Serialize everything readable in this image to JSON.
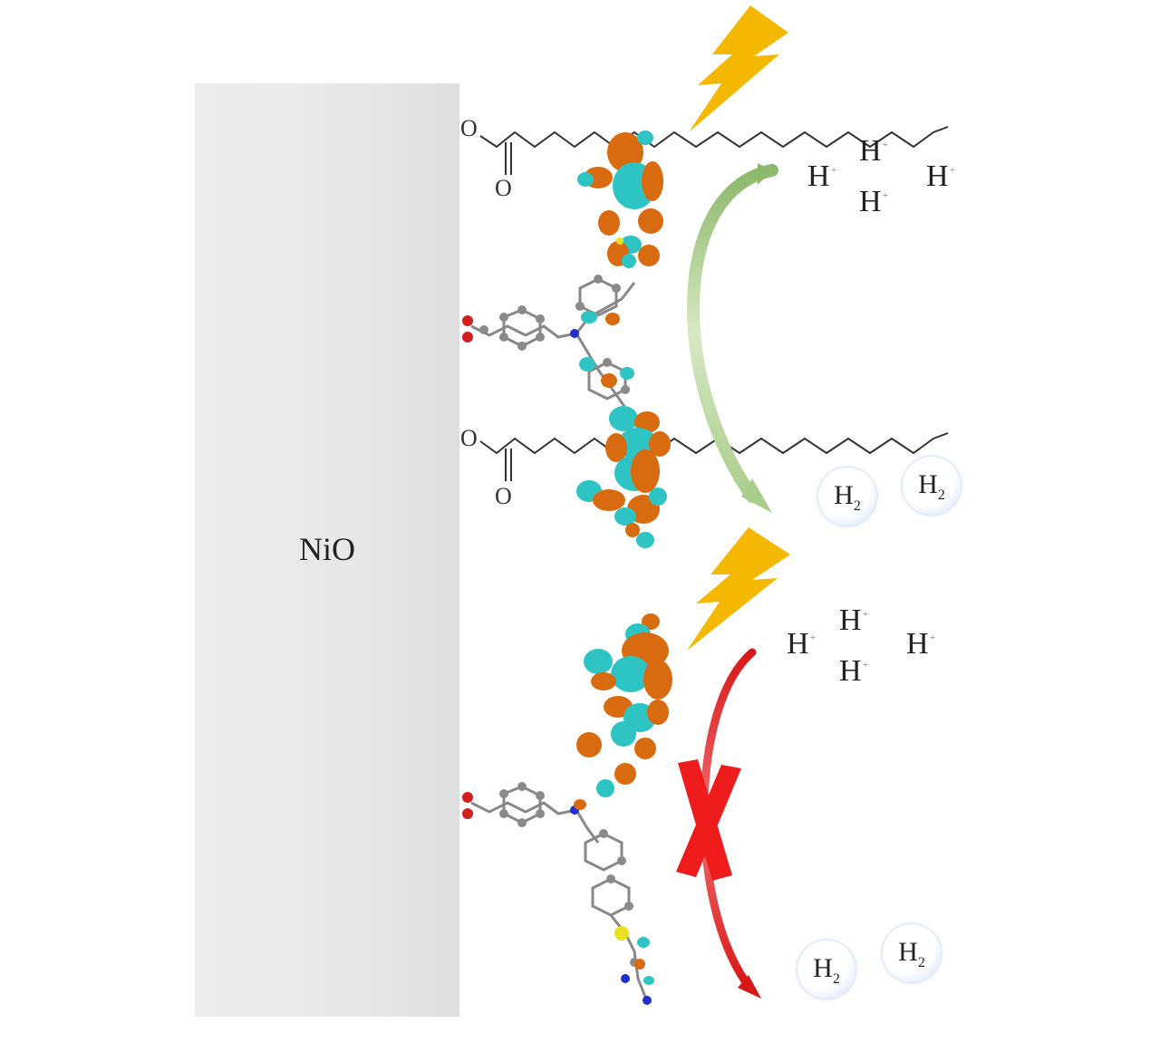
{
  "slab": {
    "label": "NiO"
  },
  "top_panel": {
    "protons": [
      "H",
      "H",
      "H",
      "H"
    ],
    "proton_charge": "+",
    "products": [
      "H2",
      "H2"
    ],
    "arrow_color": "#9dc37a",
    "outcome": "hydrogen evolved"
  },
  "bottom_panel": {
    "protons": [
      "H",
      "H",
      "H",
      "H"
    ],
    "proton_charge": "+",
    "products": [
      "H2",
      "H2"
    ],
    "arrow_color": "#e0201e",
    "blocked_mark": "x-cross-icon"
  },
  "colors": {
    "slab": "#e6e6e6",
    "lightning": "#f5b800",
    "orbital_positive": "#d86a10",
    "orbital_negative": "#2ec4c4",
    "atom_carbon": "#8a8a8a",
    "atom_oxygen": "#d22020",
    "atom_nitrogen": "#2030c8",
    "atom_sulfur": "#e8e020"
  },
  "icons": [
    "lightning-icon",
    "curved-arrow-icon",
    "x-cross-icon",
    "bubble-icon"
  ]
}
